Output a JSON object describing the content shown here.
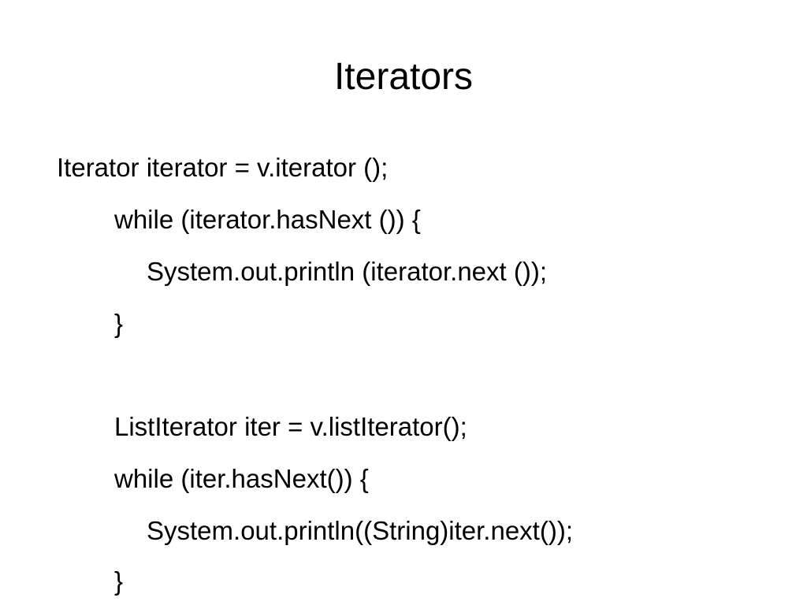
{
  "slide": {
    "title": "Iterators",
    "lines": [
      "Iterator iterator = v.iterator ();",
      "while (iterator.hasNext ()) {",
      "System.out.println (iterator.next ());",
      "}",
      "ListIterator iter = v.listIterator();",
      "while (iter.hasNext()) {",
      "System.out.println((String)iter.next());",
      "}"
    ]
  }
}
